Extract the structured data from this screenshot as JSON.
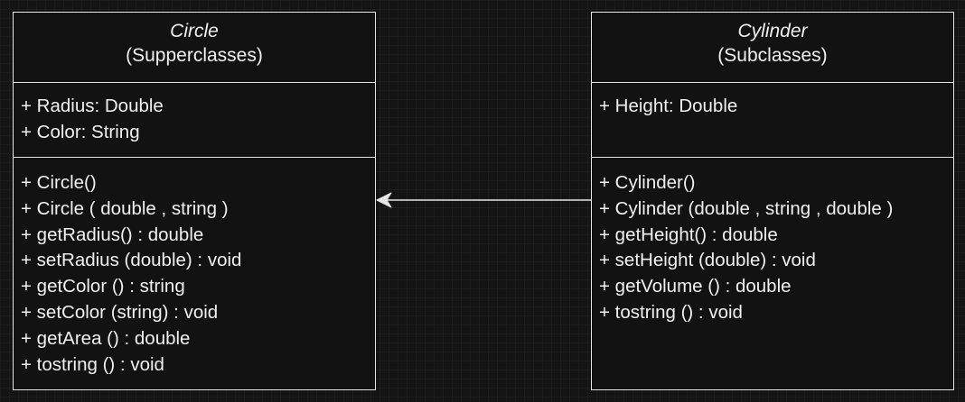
{
  "classes": {
    "superclass": {
      "name": "Circle",
      "stereotype": "(Supperclasses)",
      "attributes": [
        "+ Radius: Double",
        "+ Color: String"
      ],
      "methods": [
        "+ Circle()",
        "+ Circle ( double , string )",
        "+ getRadius() : double",
        "+ setRadius (double) : void",
        "+ getColor () : string",
        "+ setColor (string) : void",
        "+ getArea () : double",
        "+ tostring () : void"
      ]
    },
    "subclass": {
      "name": "Cylinder",
      "stereotype": "(Subclasses)",
      "attributes": [
        "+ Height: Double"
      ],
      "methods": [
        "+ Cylinder()",
        "+ Cylinder (double , string , double )",
        "+ getHeight() : double",
        "+ setHeight (double) : void",
        "+ getVolume () : double",
        "+ tostring () : void"
      ]
    }
  },
  "relationship": {
    "type": "inheritance",
    "from": "Cylinder",
    "to": "Circle"
  },
  "colors": {
    "background": "#141414",
    "box_fill": "#121212",
    "stroke": "#e6e6e6",
    "text": "#f0f0f0"
  }
}
